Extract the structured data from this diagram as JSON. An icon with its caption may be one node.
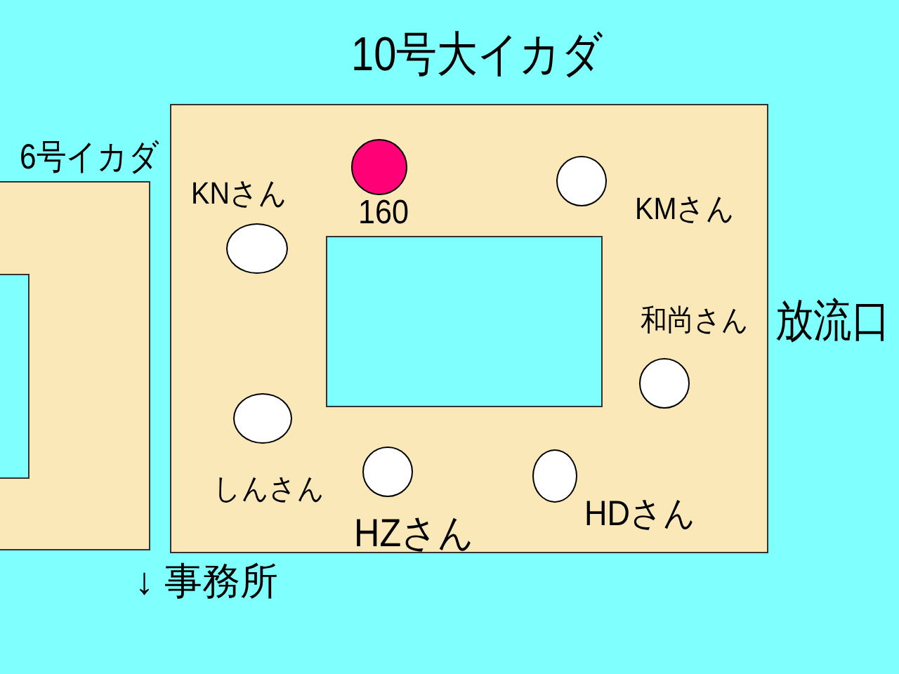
{
  "diagram": {
    "nodes": [
      {
        "text": [
          "10号大イカダ"
        ]
      },
      {
        "text": [],
        "shape": "box",
        "in": 0
      },
      {
        "text": [],
        "shape": "circle",
        "in": 0,
        "beside": [
          "160"
        ]
      },
      {
        "text": [],
        "shape": "circle",
        "in": 0,
        "beside": [
          "KNさん"
        ]
      },
      {
        "text": [],
        "shape": "circle",
        "in": 0,
        "beside": [
          "KMさん"
        ]
      },
      {
        "text": [],
        "shape": "circle",
        "in": 0,
        "beside": [
          "和尚さん"
        ]
      },
      {
        "text": [],
        "shape": "circle",
        "in": 0,
        "beside": [
          "しんさん"
        ]
      },
      {
        "text": [],
        "shape": "circle",
        "in": 0,
        "beside": [
          "HZさん"
        ]
      },
      {
        "text": [],
        "shape": "circle",
        "in": 0,
        "beside": [
          "HDさん"
        ]
      },
      {
        "text": [
          "6号イカダ"
        ]
      },
      {
        "text": [],
        "shape": "box",
        "in": 9
      }
    ],
    "labels": [
      "放流口",
      "↓ 事務所"
    ]
  }
}
